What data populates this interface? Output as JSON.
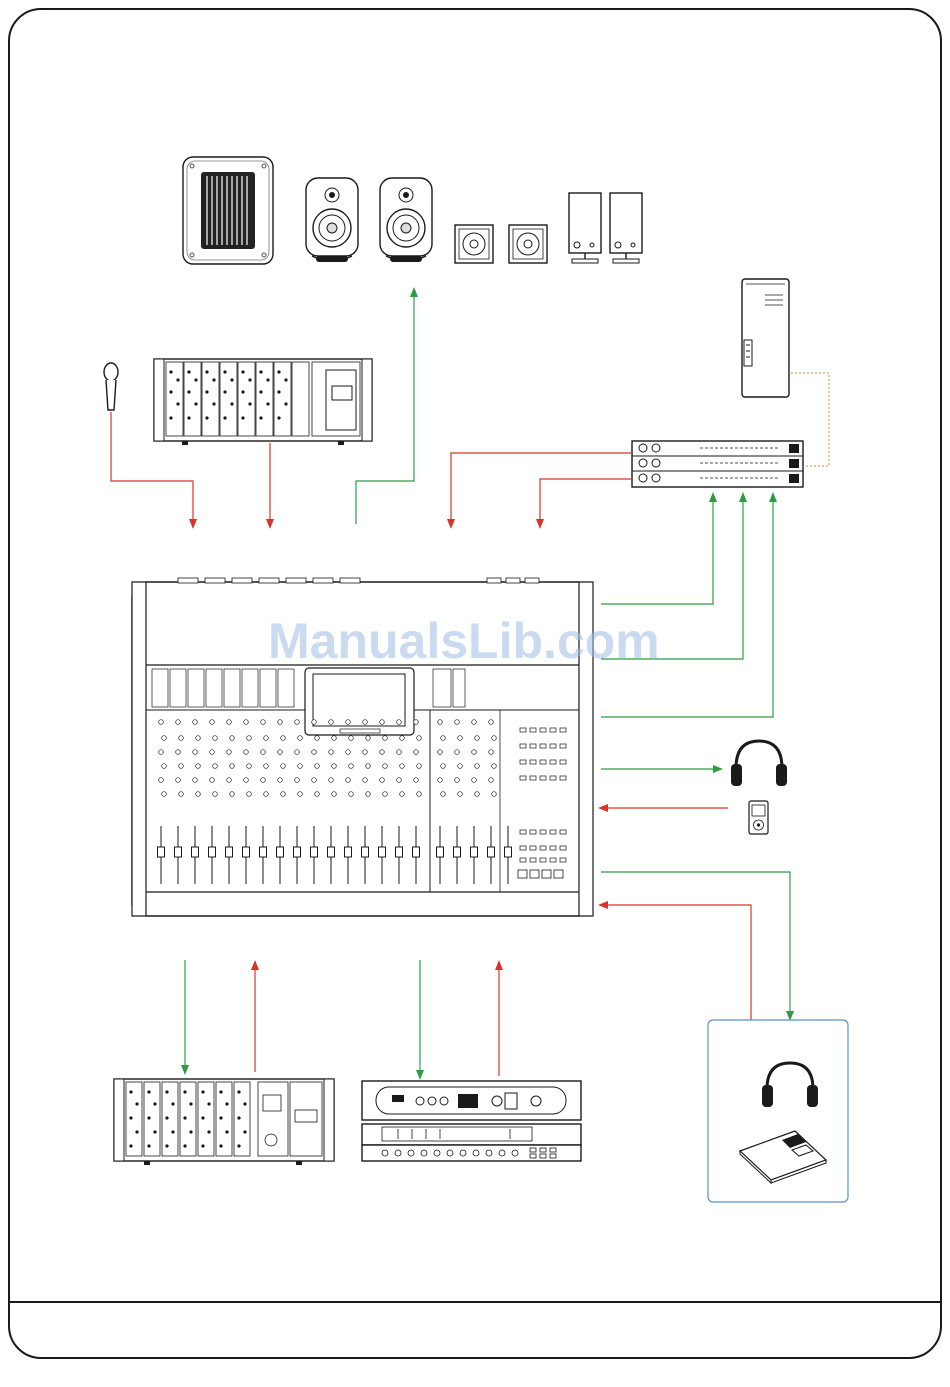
{
  "watermark": {
    "text": "ManualsLib.com"
  },
  "colors": {
    "outline": "#1a1a1a",
    "send_arrow": "#2e9c45",
    "return_arrow": "#d9342b",
    "network_link": "#e89a5a",
    "highlight_box": "#5b8fc7",
    "watermark": "#9fbde6"
  },
  "devices": [
    {
      "id": "subwoofer",
      "icon": "subwoofer-icon"
    },
    {
      "id": "studio-monitor-pair",
      "icon": "studio-monitor-icon"
    },
    {
      "id": "nearfield-monitor-pair",
      "icon": "nearfield-monitor-icon"
    },
    {
      "id": "desktop-speaker-pair",
      "icon": "desktop-speaker-icon"
    },
    {
      "id": "handheld-microphone",
      "icon": "microphone-icon"
    },
    {
      "id": "stagebox-rack",
      "icon": "stagebox-icon"
    },
    {
      "id": "tower-computer",
      "icon": "computer-icon"
    },
    {
      "id": "interface-rack-stack",
      "icon": "rack-interface-icon"
    },
    {
      "id": "mixing-console",
      "icon": "mixing-console-icon"
    },
    {
      "id": "headphones",
      "icon": "headphones-icon"
    },
    {
      "id": "portable-media-player",
      "icon": "media-player-icon"
    },
    {
      "id": "io-rack-unit",
      "icon": "io-rack-icon"
    },
    {
      "id": "outboard-processor-stack",
      "icon": "processor-icon"
    },
    {
      "id": "cue-station",
      "icon": "cue-station-icon"
    }
  ]
}
